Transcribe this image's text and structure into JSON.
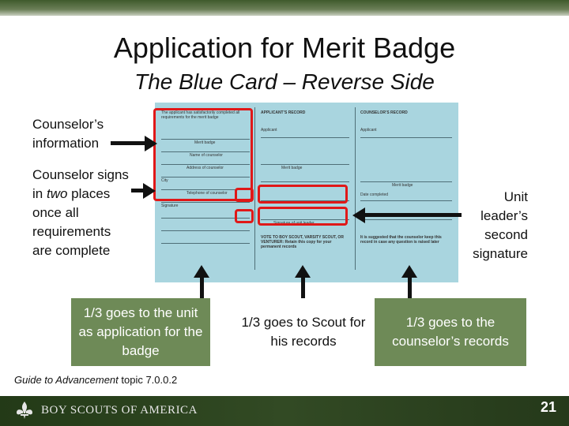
{
  "slide": {
    "title": "Application for Merit Badge",
    "subtitle": "The Blue Card – Reverse Side",
    "page_number": "21"
  },
  "callouts": {
    "counselor_info": [
      "Counselor’s",
      "information"
    ],
    "counselor_signs": {
      "line1": "Counselor signs",
      "line2_pre": "in ",
      "line2_em": "two",
      "line2_post": " places",
      "line3": "once all",
      "line4": "requirements",
      "line5": "are complete"
    },
    "unit_leader": [
      "Unit",
      "leader’s",
      "second",
      "signature"
    ]
  },
  "portions": {
    "unit": "1/3 goes to the unit as application for the badge",
    "scout": "1/3 goes to Scout for his records",
    "counselor": "1/3 goes to the counselor’s records"
  },
  "card": {
    "col1_heading": "The applicant has satisfactorily completed all requirements for the merit badge",
    "col2_heading": "APPLICANT’S RECORD",
    "col3_heading": "COUNSELOR’S RECORD",
    "merit_badge": "Merit badge",
    "name_of_counselor": "Name of counselor",
    "address_of_counselor": "Address of counselor",
    "city": "City",
    "signature": "Signature",
    "telephone": "Telephone of counselor",
    "date_completed": "Date completed",
    "vote_text": "VOTE TO BOY SCOUT, VARSITY SCOUT, OR VENTURER: Retain this copy for your permanent records",
    "suggest_text": "It is suggested that the counselor keep this record in case any question is raised later",
    "applicant": "Applicant",
    "signature_unit_leader": "Signature of unit leader"
  },
  "footer": {
    "reference_em": "Guide to Advancement",
    "reference_rest": " topic 7.0.0.2",
    "logo_text": "BOY SCOUTS OF AMERICA"
  },
  "colors": {
    "card_blue": "#a9d5df",
    "highlight_red": "#e01818",
    "box_green": "#6e8a57",
    "band_green": "#324a24"
  }
}
